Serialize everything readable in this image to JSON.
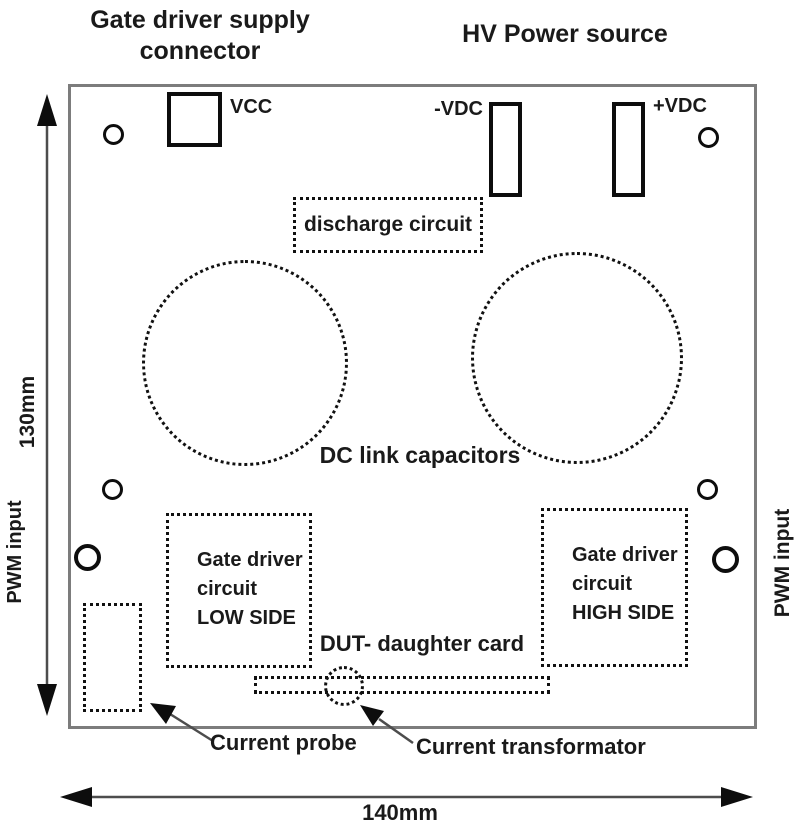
{
  "titles": {
    "gate_driver_supply_line1": "Gate driver supply",
    "gate_driver_supply_line2": "connector",
    "hv_power_source": "HV Power source"
  },
  "board": {
    "vcc_label": "VCC",
    "vdc_neg_label": "-VDC",
    "vdc_pos_label": "+VDC",
    "discharge_label": "discharge circuit",
    "dc_link_label": "DC link capacitors",
    "low_side": {
      "line1": "Gate driver",
      "line2": "circuit",
      "line3": "LOW SIDE"
    },
    "high_side": {
      "line1": "Gate driver",
      "line2": "circuit",
      "line3": "HIGH SIDE"
    },
    "dut_label": "DUT- daughter card"
  },
  "callouts": {
    "current_probe": "Current probe",
    "current_transformator": "Current transformator"
  },
  "dimensions": {
    "height_label": "130mm",
    "width_label": "140mm",
    "pwm_left": "PWM input",
    "pwm_right": "PWM input"
  },
  "colors": {
    "board_border": "#7c7c7c",
    "ink": "#111111",
    "arrow_line": "#4d4d4d",
    "arrow_head": "#0d0d0d"
  }
}
